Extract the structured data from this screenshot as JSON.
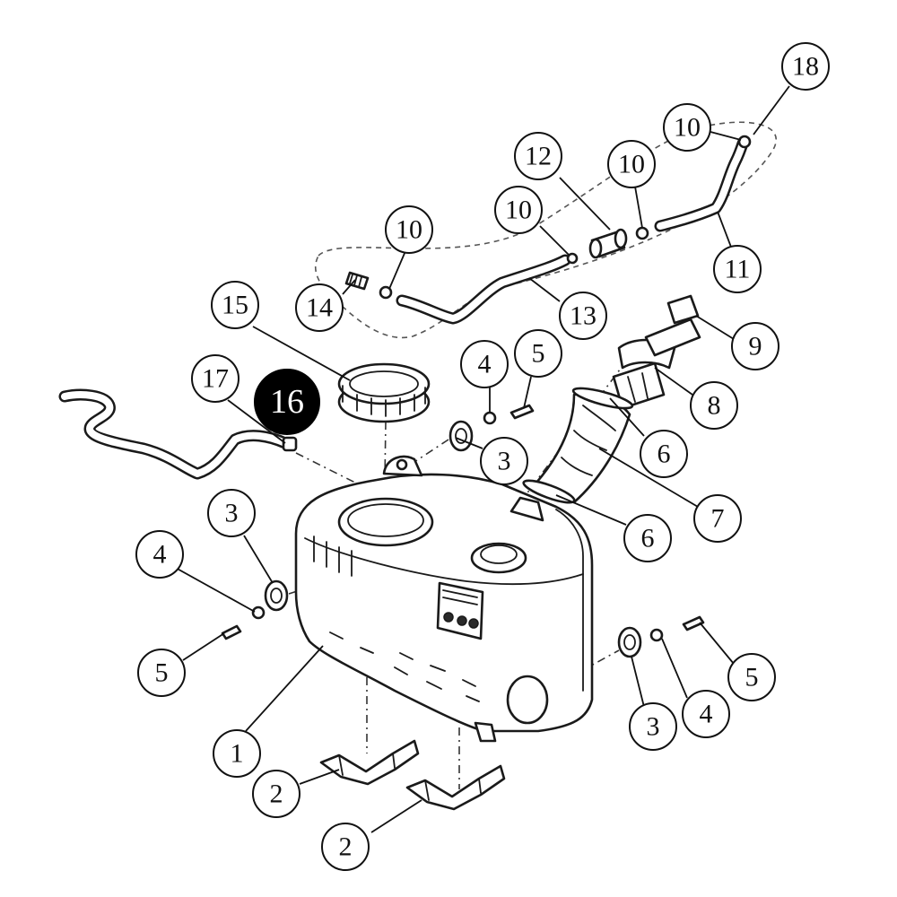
{
  "diagram": {
    "callouts": [
      {
        "id": "c1",
        "label": "1"
      },
      {
        "id": "c2a",
        "label": "2"
      },
      {
        "id": "c2b",
        "label": "2"
      },
      {
        "id": "c3a",
        "label": "3"
      },
      {
        "id": "c3b",
        "label": "3"
      },
      {
        "id": "c3c",
        "label": "3"
      },
      {
        "id": "c4a",
        "label": "4"
      },
      {
        "id": "c4b",
        "label": "4"
      },
      {
        "id": "c4c",
        "label": "4"
      },
      {
        "id": "c5a",
        "label": "5"
      },
      {
        "id": "c5b",
        "label": "5"
      },
      {
        "id": "c5c",
        "label": "5"
      },
      {
        "id": "c6a",
        "label": "6"
      },
      {
        "id": "c6b",
        "label": "6"
      },
      {
        "id": "c7",
        "label": "7"
      },
      {
        "id": "c8",
        "label": "8"
      },
      {
        "id": "c9",
        "label": "9"
      },
      {
        "id": "c10a",
        "label": "10"
      },
      {
        "id": "c10b",
        "label": "10"
      },
      {
        "id": "c10c",
        "label": "10"
      },
      {
        "id": "c10d",
        "label": "10"
      },
      {
        "id": "c11",
        "label": "11"
      },
      {
        "id": "c12",
        "label": "12"
      },
      {
        "id": "c13",
        "label": "13"
      },
      {
        "id": "c14",
        "label": "14"
      },
      {
        "id": "c15",
        "label": "15"
      },
      {
        "id": "c16",
        "label": "16",
        "highlighted": true
      },
      {
        "id": "c17",
        "label": "17"
      },
      {
        "id": "c18",
        "label": "18"
      }
    ],
    "colors": {
      "line": "#111111",
      "background": "#ffffff",
      "highlight": "#000000"
    }
  }
}
